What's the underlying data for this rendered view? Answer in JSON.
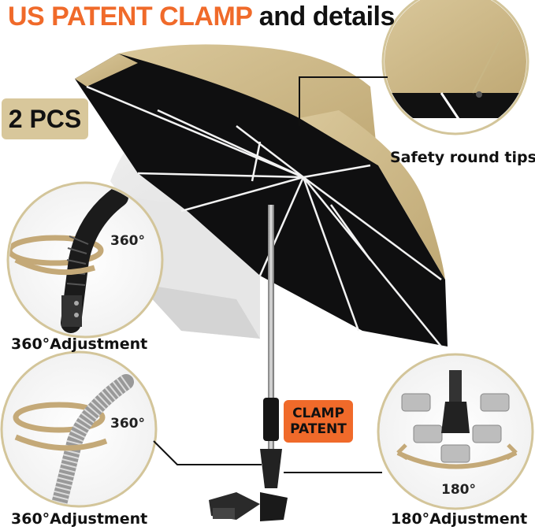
{
  "title": {
    "accent": "US PATENT CLAMP",
    "rest": "and details"
  },
  "badge": "2 PCS",
  "captions": {
    "tips": "Safety round tips",
    "adjust_top": "360°Adjustment",
    "adjust_bottom": "360°Adjustment",
    "adjust_right": "180°Adjustment"
  },
  "degree_labels": {
    "top": "360°",
    "bottom": "360°",
    "right": "180°"
  },
  "clamp_badge": {
    "line1": "CLAMP",
    "line2": "PATENT"
  },
  "colors": {
    "accent": "#f06a2a",
    "canopy": "#cdb98a",
    "badge": "#d8c79b",
    "circle_border": "#d3c59a"
  }
}
